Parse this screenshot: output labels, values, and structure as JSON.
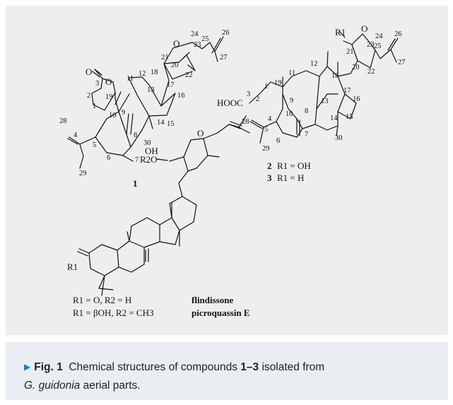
{
  "figure": {
    "compound_1": {
      "label": "1",
      "atoms": {
        "carbonyl_o": "O",
        "ring_o": "O",
        "ring_o_furan": "O",
        "hydroxyl": "OH"
      },
      "numbering": [
        "1",
        "2",
        "3",
        "4",
        "5",
        "6",
        "7",
        "8",
        "9",
        "10",
        "11",
        "12",
        "13",
        "14",
        "15",
        "16",
        "17",
        "18",
        "19",
        "20",
        "21",
        "22",
        "23",
        "24",
        "25",
        "26",
        "27",
        "28",
        "29",
        "30"
      ]
    },
    "compound_2_3": {
      "acid_group": "HOOC",
      "r_group": "R1",
      "ring_o": "O",
      "numbering": [
        "1",
        "2",
        "3",
        "4",
        "5",
        "6",
        "7",
        "8",
        "9",
        "10",
        "11",
        "12",
        "13",
        "14",
        "15",
        "16",
        "17",
        "18",
        "19",
        "20",
        "21",
        "22",
        "23",
        "24",
        "25",
        "26",
        "27",
        "28",
        "29",
        "30"
      ],
      "label_2": "2",
      "sub_2": "R1 = OH",
      "label_3": "3",
      "sub_3": "R1 = H"
    },
    "scaffold": {
      "r1_label": "R1",
      "r2o_label": "R2O",
      "ring_o": "O",
      "line1": "R1 = O, R2 = H",
      "name1": "flindissone",
      "line2": "R1 = βOH, R2 = CH3",
      "name2": "picroquassin E"
    }
  },
  "caption": {
    "marker": "▶",
    "fig_label": "Fig. 1",
    "text_a": "Chemical structures of compounds",
    "compounds": "1–3",
    "text_b": "isolated from",
    "genus": "G. guidonia",
    "text_c": "aerial parts."
  },
  "colors": {
    "figure_bg": "#eeeeee",
    "caption_bg": "#eaeef2",
    "marker": "#1a7fb8",
    "text": "#222222"
  }
}
